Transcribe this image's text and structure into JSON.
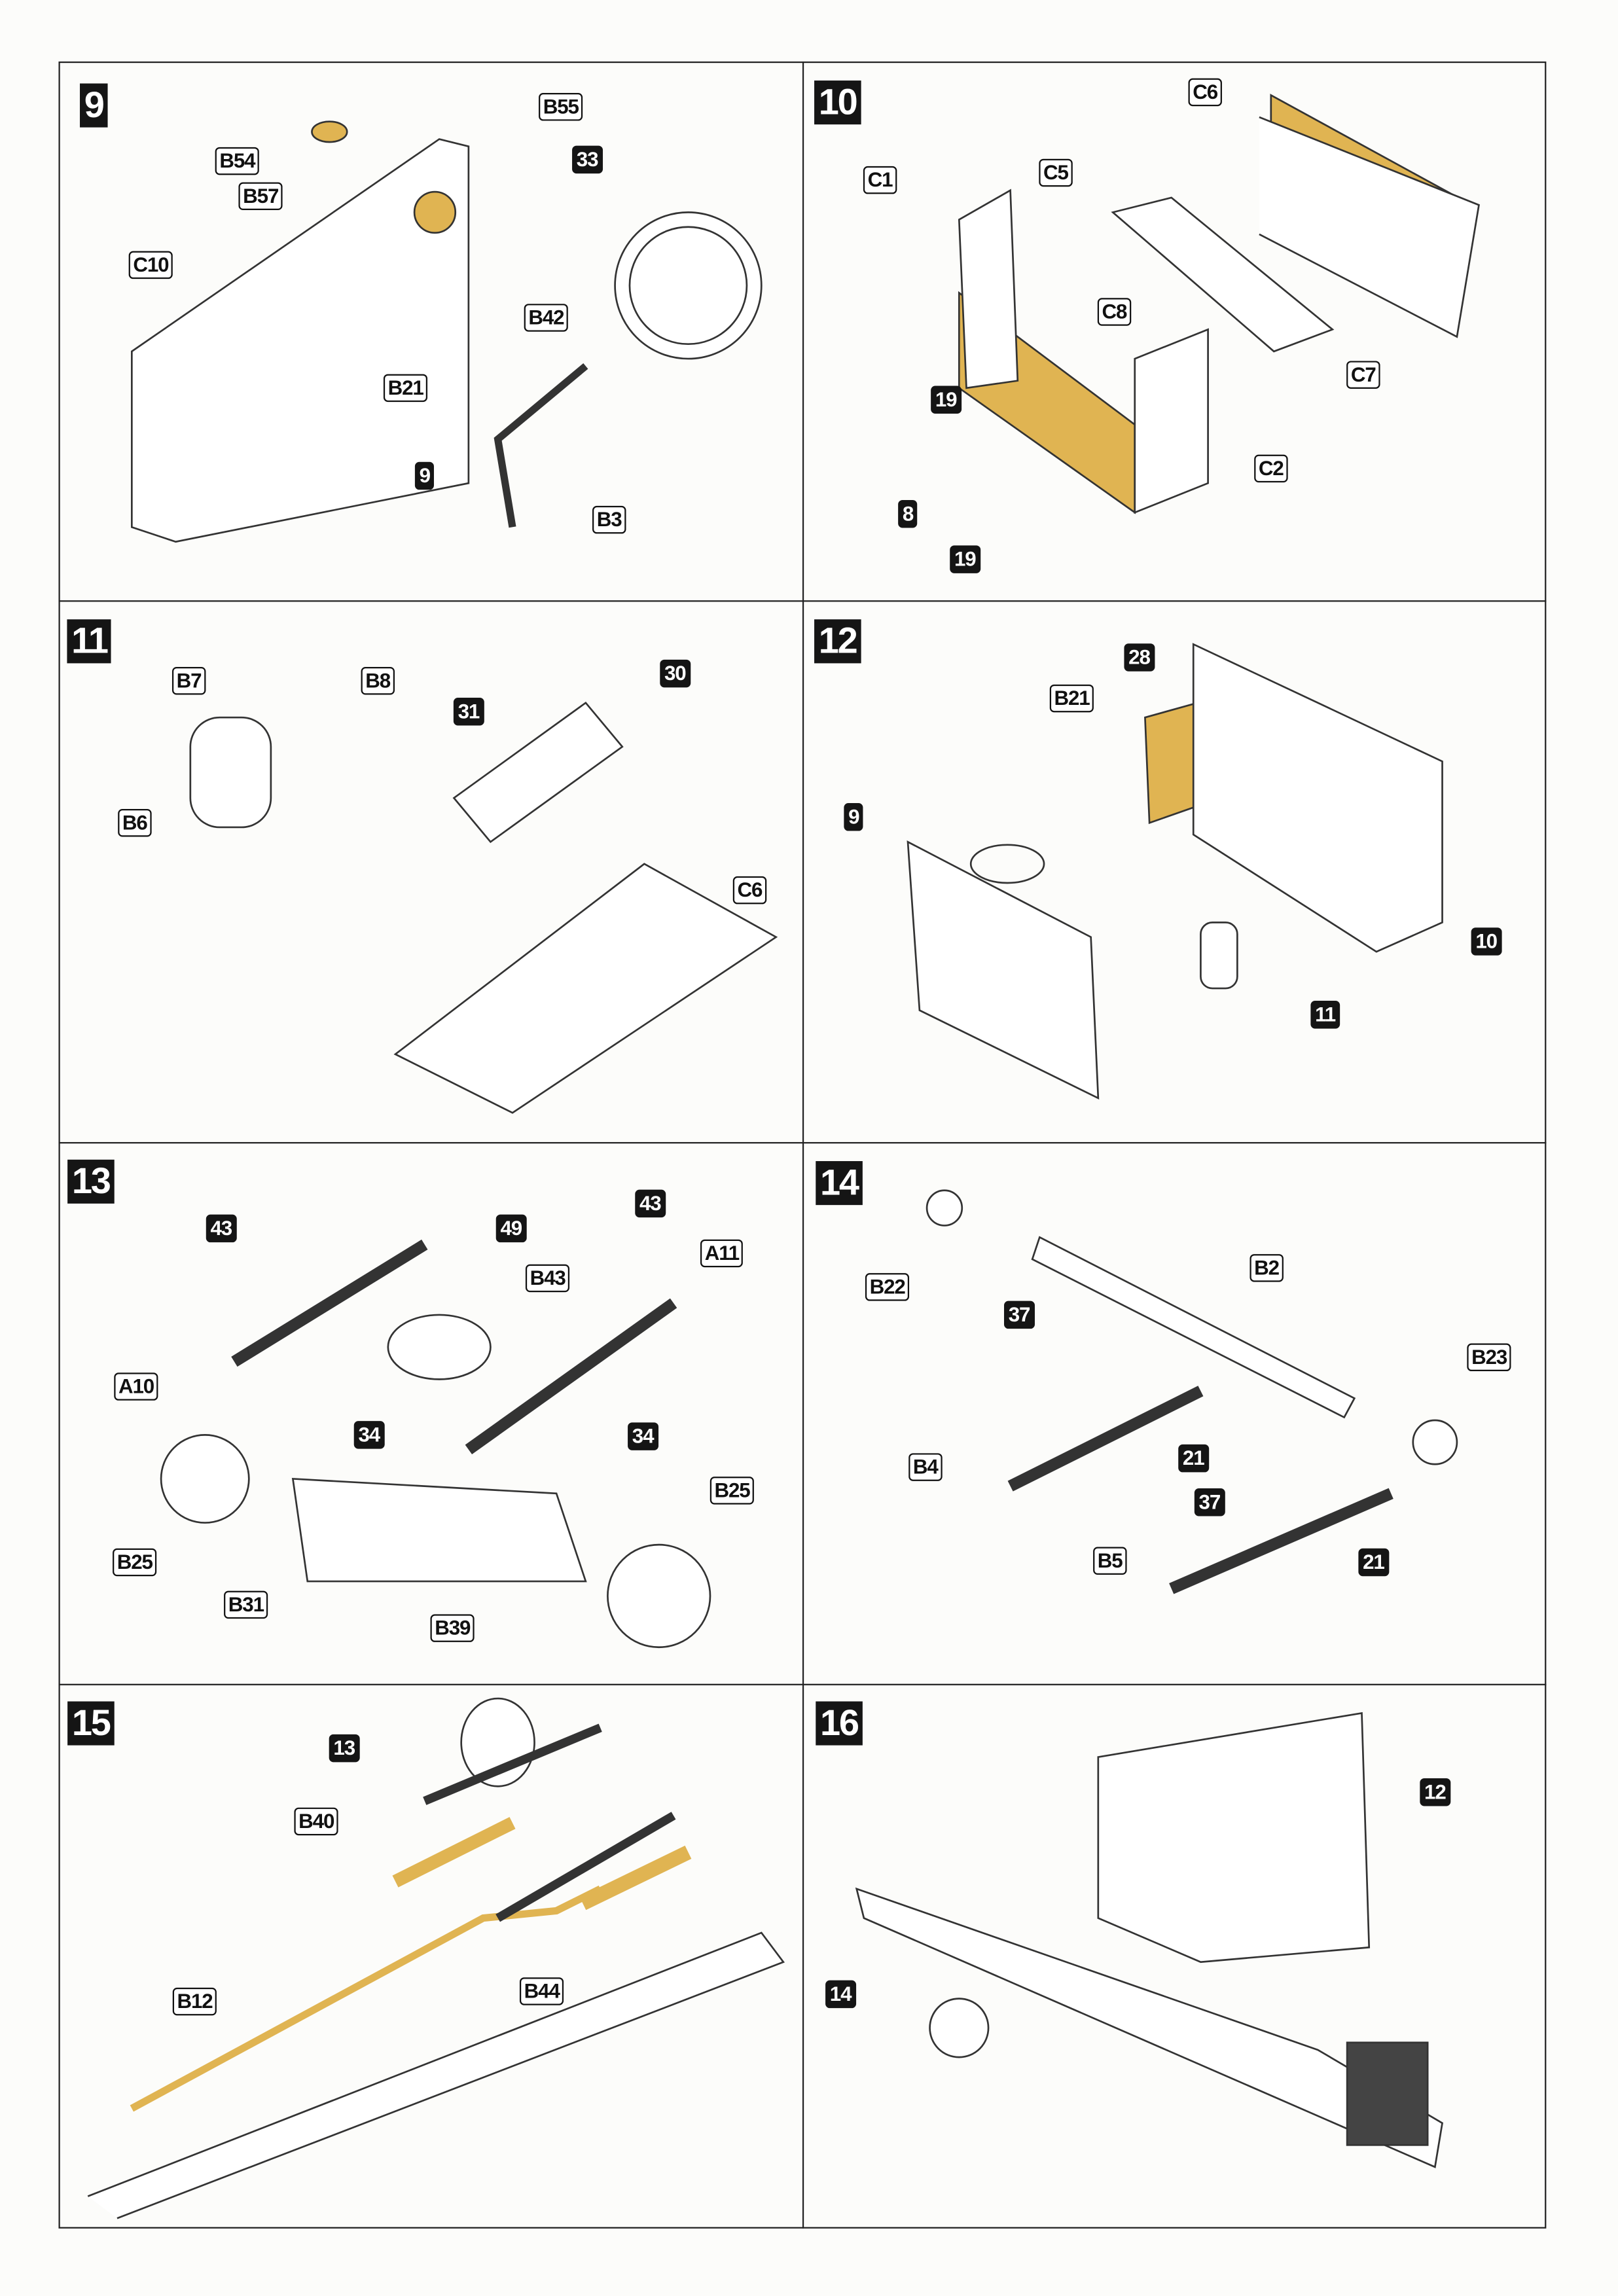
{
  "colors": {
    "highlight": "#e0b452",
    "ink": "#151515",
    "paper": "#fcfcfa"
  },
  "steps": [
    {
      "number": "9",
      "labels": [
        "B55",
        "B54",
        "B57",
        "33",
        "C10",
        "B42",
        "B21",
        "9",
        "B3"
      ]
    },
    {
      "number": "10",
      "labels": [
        "C6",
        "C1",
        "C5",
        "C8",
        "C7",
        "19",
        "C2",
        "8",
        "19"
      ]
    },
    {
      "number": "11",
      "labels": [
        "B7",
        "B8",
        "30",
        "31",
        "B6",
        "C6"
      ]
    },
    {
      "number": "12",
      "labels": [
        "28",
        "B21",
        "9",
        "10",
        "11"
      ]
    },
    {
      "number": "13",
      "labels": [
        "43",
        "49",
        "43",
        "A11",
        "B43",
        "A10",
        "34",
        "34",
        "B25",
        "B25",
        "B31",
        "B39"
      ]
    },
    {
      "number": "14",
      "labels": [
        "B22",
        "B2",
        "37",
        "B23",
        "B4",
        "21",
        "37",
        "B5",
        "21"
      ]
    },
    {
      "number": "15",
      "labels": [
        "13",
        "B40",
        "B44",
        "B12"
      ]
    },
    {
      "number": "16",
      "labels": [
        "12",
        "14"
      ]
    }
  ]
}
